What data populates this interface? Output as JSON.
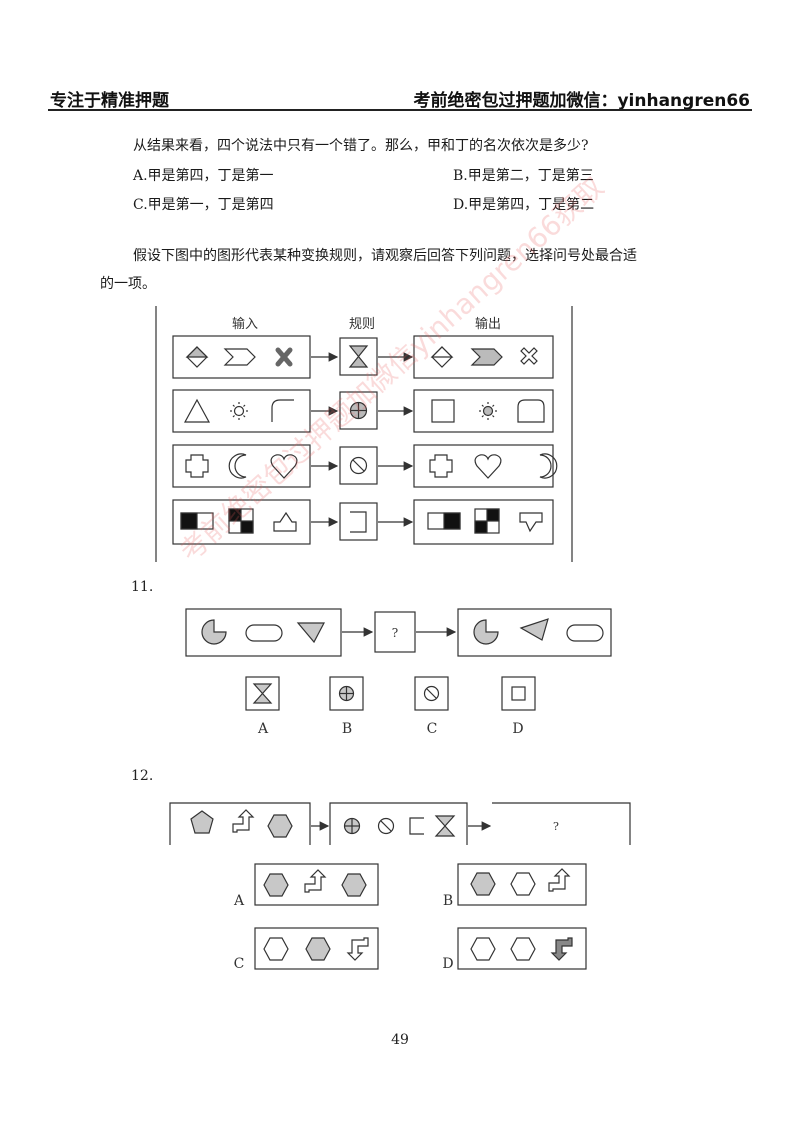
{
  "header": {
    "left": "专注于精准押题",
    "right": "考前绝密包过押题加微信：yinhangren66"
  },
  "question_intro": "从结果来看，四个说法中只有一个错了。那么，甲和丁的名次依次是多少?",
  "options": {
    "a": "A.甲是第四，丁是第一",
    "b": "B.甲是第二，丁是第三",
    "c": "C.甲是第一，丁是第四",
    "d": "D.甲是第四，丁是第二"
  },
  "instruction_line1": "假设下图中的图形代表某种变换规则，请观察后回答下列问题，选择问号处最合适",
  "instruction_line2": "的一项。",
  "rules_figure": {
    "input_label": "输入",
    "rule_label": "规则",
    "output_label": "输出"
  },
  "q11": {
    "number": "11.",
    "unknown": "?",
    "choices": [
      "A",
      "B",
      "C",
      "D"
    ]
  },
  "q12": {
    "number": "12.",
    "unknown": "?",
    "choices": [
      "A",
      "B",
      "C",
      "D"
    ]
  },
  "page_number": "49",
  "watermark": "考前绝密包过押题加微信yinhangren66获取",
  "colors": {
    "shape_fill": "#c8c8c8",
    "line": "#333333",
    "watermark": "#e85a5a"
  }
}
